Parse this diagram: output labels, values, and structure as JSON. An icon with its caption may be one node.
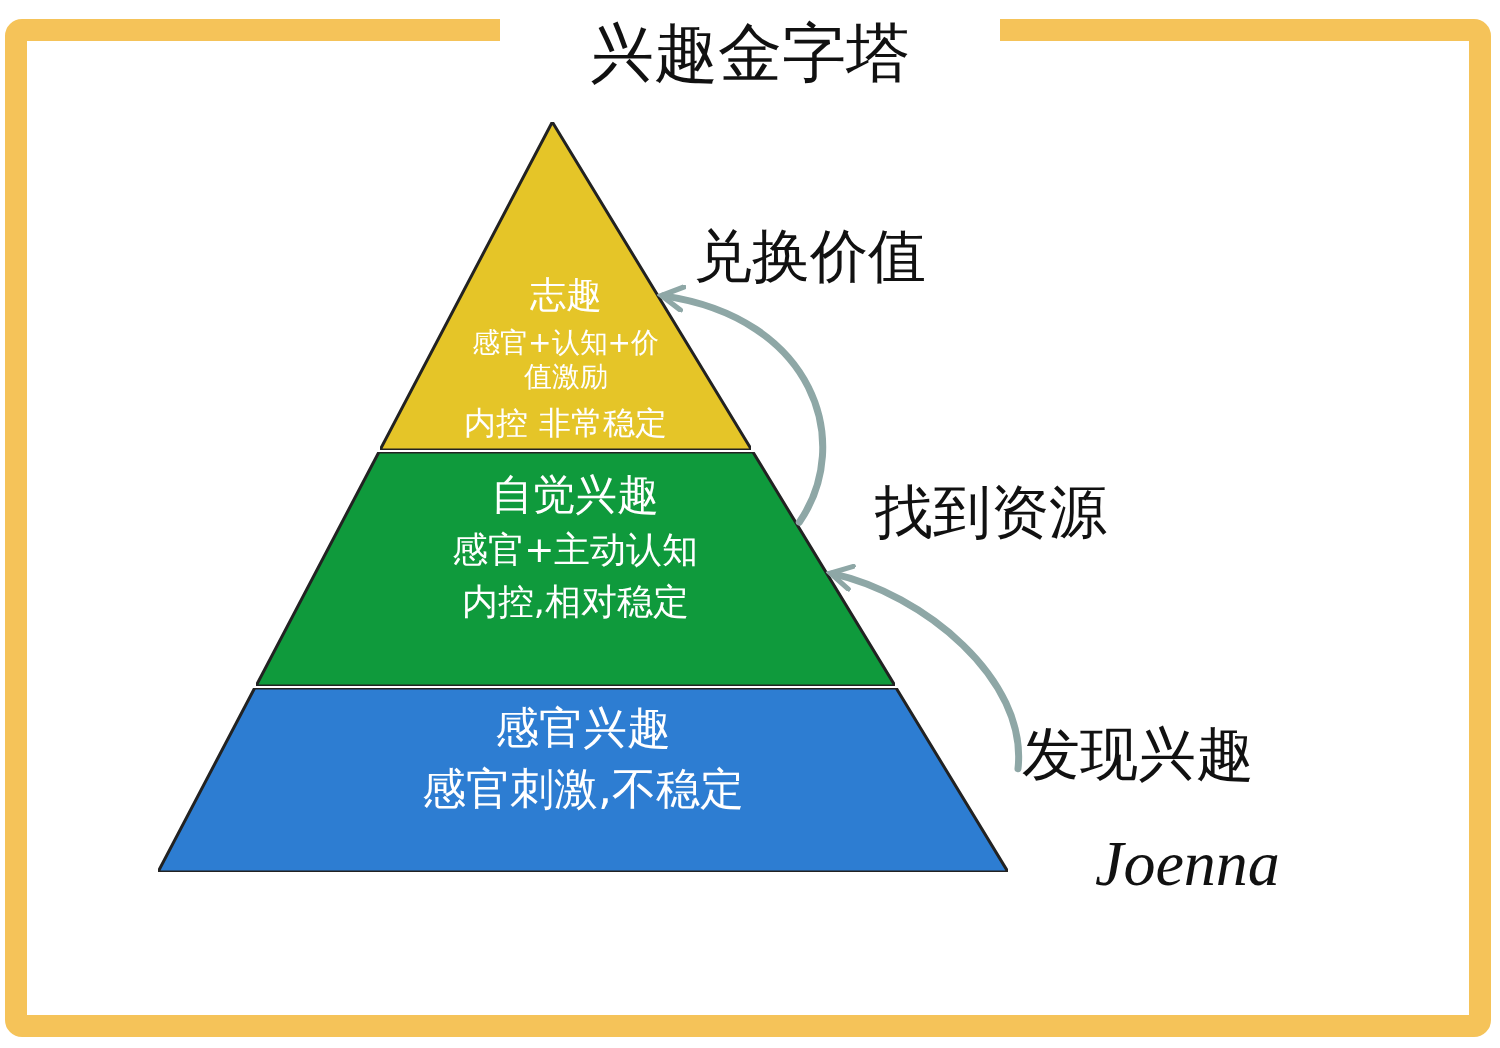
{
  "diagram": {
    "title": "兴趣金字塔",
    "nodes": [
      {
        "text": [
          "志趣",
          "感官+认知+价值激励",
          "内控 非常稳定"
        ]
      },
      {
        "text": [
          "自觉兴趣",
          "感官+主动认知",
          "内控,相对稳定"
        ]
      },
      {
        "text": [
          "感官兴趣",
          "感官刺激,不稳定"
        ]
      },
      {
        "text": [
          "发现兴趣"
        ]
      }
    ],
    "edges": [
      {
        "from": 3,
        "to": 1,
        "arrow": "to",
        "label": "找到资源"
      },
      {
        "from": 1,
        "to": 0,
        "arrow": "to",
        "label": "兑换价值"
      }
    ],
    "labels": [
      "Joenna"
    ]
  }
}
